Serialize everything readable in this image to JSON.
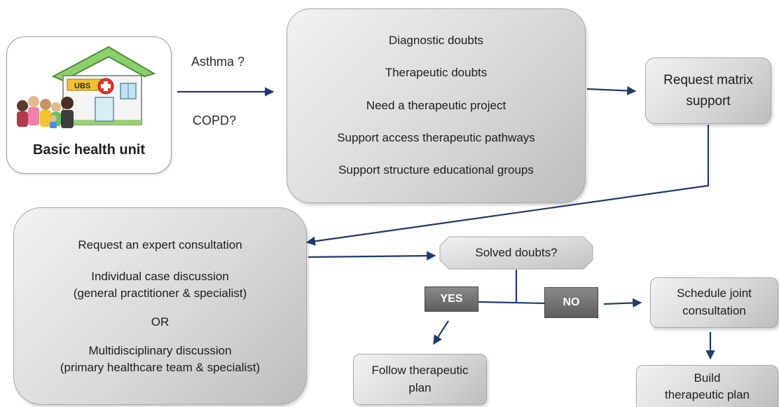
{
  "unit": {
    "label": "Basic health unit",
    "sign": "UBS"
  },
  "conditions": [
    "Asthma ?",
    "COPD?"
  ],
  "needs": [
    "Diagnostic doubts",
    "Therapeutic doubts",
    "Need a therapeutic project",
    "Support  access therapeutic pathways",
    "Support structure  educational groups"
  ],
  "request_support": [
    "Request matrix",
    "support"
  ],
  "consultation": {
    "line1": "Request an expert consultation",
    "line2": "Individual case discussion",
    "line3": "(general practitioner & specialist)",
    "line4": "OR",
    "line5": "Multidisciplinary discussion",
    "line6": "(primary  healthcare team & specialist)"
  },
  "decision": "Solved doubts?",
  "yes_label": "YES",
  "no_label": "NO",
  "follow_plan": [
    "Follow therapeutic",
    "plan"
  ],
  "joint_consult": [
    "Schedule joint",
    "consultation"
  ],
  "build_plan": [
    "Build",
    "therapeutic plan"
  ],
  "colors": {
    "arrow": "#1f3a6e",
    "box_dark": "#bdbdbd",
    "box_light": "#f2f2f2"
  }
}
